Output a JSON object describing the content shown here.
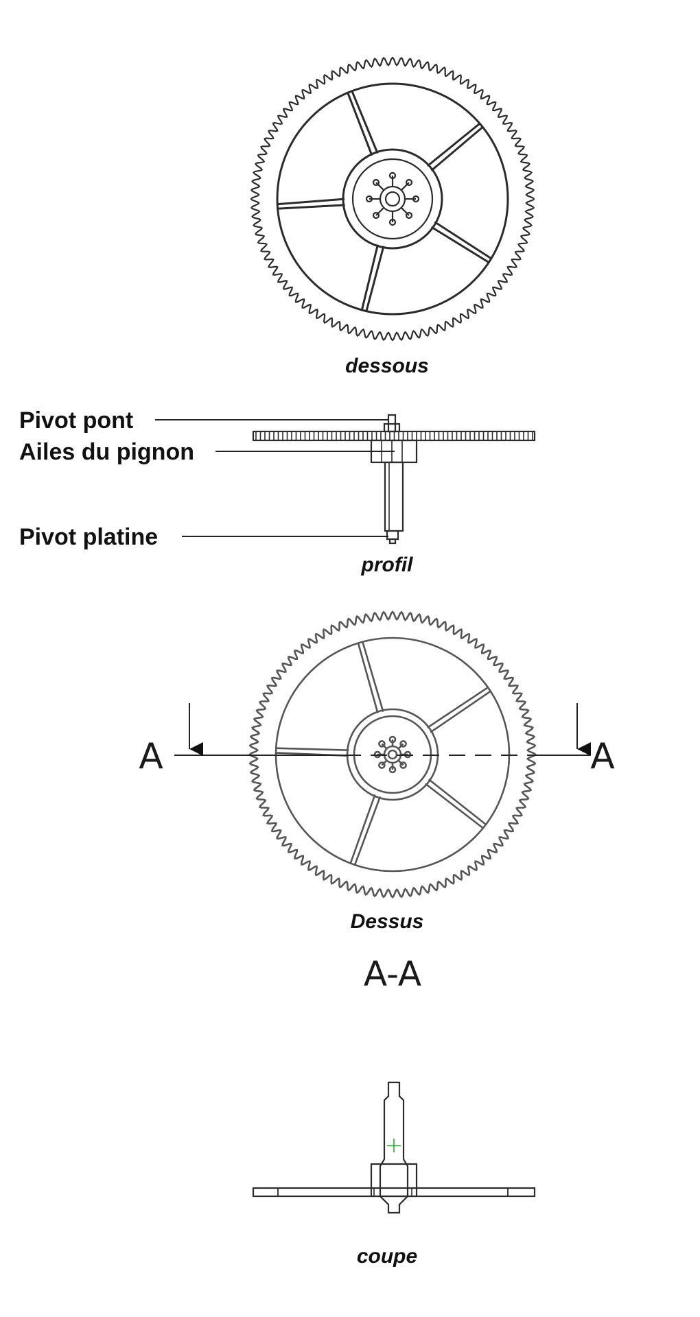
{
  "views": {
    "dessous": {
      "caption": "dessous"
    },
    "profil": {
      "caption": "profil",
      "labels": {
        "pivot_pont": "Pivot pont",
        "ailes_du_pignon": "Ailes du pignon",
        "pivot_platine": "Pivot platine"
      }
    },
    "dessus": {
      "caption": "Dessus",
      "section_marker_left": "A",
      "section_marker_right": "A"
    },
    "coupe": {
      "section_title": "A-A",
      "caption": "coupe"
    }
  },
  "gear": {
    "teeth_count": 100,
    "spoke_count": 5,
    "pinion_leaves": 8
  },
  "colors": {
    "line": "#2b2b2b",
    "center_mark": "#22aa22",
    "background": "#ffffff"
  }
}
